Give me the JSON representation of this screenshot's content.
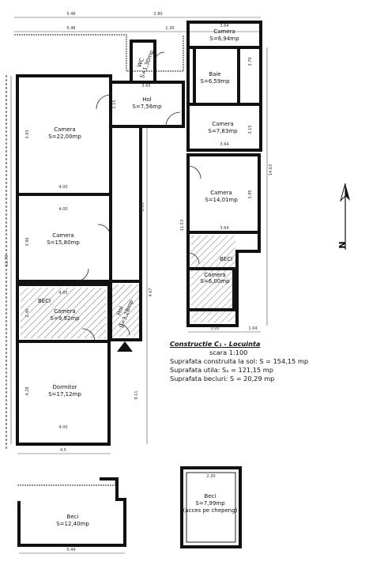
{
  "rooms": [
    {
      "id": "camera1",
      "name": "Camera",
      "area": "S=22,00mp"
    },
    {
      "id": "hol",
      "name": "Hol",
      "area": "S=7,56mp"
    },
    {
      "id": "wc",
      "name": "WC",
      "area": "S=1,30mp"
    },
    {
      "id": "camera_top_right",
      "name": "Camera",
      "area": "S=6,94mp"
    },
    {
      "id": "baie",
      "name": "Baie",
      "area": "S=6,59mp"
    },
    {
      "id": "camera_mid_right",
      "name": "Camera",
      "area": "S=7,83mp"
    },
    {
      "id": "camera_right",
      "name": "Camera",
      "area": "S=14,01mp"
    },
    {
      "id": "camera2",
      "name": "Camera",
      "area": "S=15,80mp"
    },
    {
      "id": "camera_small_right",
      "name": "Camera",
      "area": "S=6,00mp"
    },
    {
      "id": "camera_beci",
      "name": "Camera",
      "area": "S=9,92mp"
    },
    {
      "id": "hol2",
      "name": "Hol",
      "area": "S=3,28mp"
    },
    {
      "id": "dormitor",
      "name": "Dormitor",
      "area": "S=17,12mp"
    },
    {
      "id": "beci_bottom_left",
      "name": "Beci",
      "area": "S=12,40mp"
    },
    {
      "id": "beci_bottom_right",
      "name": "Beci",
      "area": "S=7,99mp",
      "note": "(acces pe chepeng)"
    }
  ],
  "labels": {
    "beci_tag_left": "BECI",
    "beci_tag_right": "BECI",
    "north": "N"
  },
  "dimensions": {
    "top_overall": "5.46",
    "top_right": "2.80",
    "top_inner": "5.46",
    "top_inner_right": "1.30",
    "hol_width": "3.63",
    "hol_height": "2.15",
    "camera1_height": "3.93",
    "camera1_width": "4.00",
    "camera2_width": "4.00",
    "camera2_height": "3.96",
    "left_overall": "12.79",
    "corridor_len": "8.95",
    "mid_right_vertical": "11.53",
    "beci_left_w": "4.05",
    "beci_left_h": "2.40",
    "dormitor_h": "4.28",
    "dormitor_w": "4.00",
    "bottom_overall": "4.5",
    "hol2_h": "4.67",
    "right_col_1": "3.64",
    "right_col_2": "3.64",
    "right_col_3": "3.64",
    "right_col_4": "3.70",
    "right_h1": "3.15",
    "right_h2": "3.95",
    "right_vertical": "14.63",
    "right_lower_vertical": "9.11",
    "right_bottom_1": "3.05",
    "right_bottom_2": "1.04",
    "beci_br_w": "2.30",
    "beci_bl_w": "5.44"
  },
  "notes": {
    "title": "Constructie C₁ - Locuinta",
    "scale": "scara 1:100",
    "line1": "Suprafata construita la sol: S = 154,15 mp",
    "line2": "Suprafata utila: Sₐ = 121,15 mp",
    "line3": "Suprafata beciuri: S = 20,29 mp"
  }
}
